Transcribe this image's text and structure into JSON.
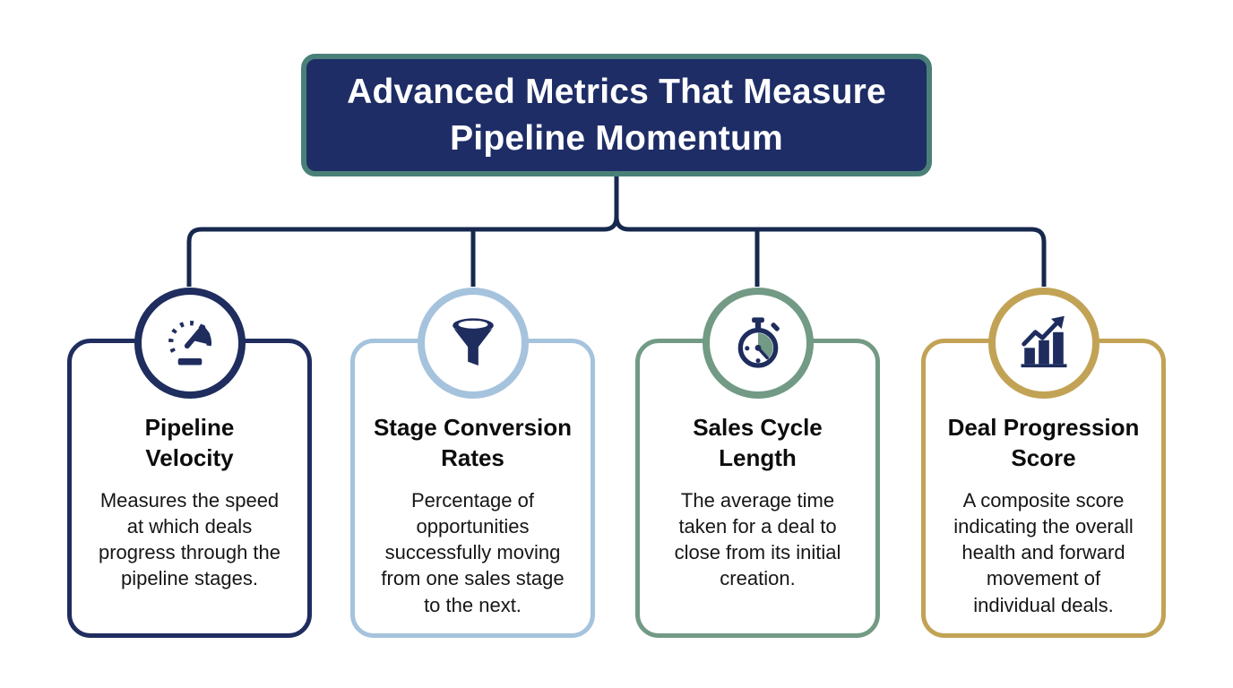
{
  "title": {
    "text": "Advanced Metrics That Measure\nPipeline Momentum"
  },
  "colors": {
    "title_bg": "#1e2d66",
    "title_border": "#4a8078",
    "connector_line": "#16284e",
    "icon_navy": "#1e2c5e",
    "stopwatch_wedge": "#729a85"
  },
  "cards": [
    {
      "id": "pipeline-velocity",
      "accent": "#1f2d5f",
      "icon": "speedometer-icon",
      "heading": "Pipeline\nVelocity",
      "body": "Measures the speed\nat which deals\nprogress through the\npipeline stages."
    },
    {
      "id": "stage-conversion-rates",
      "accent": "#a6c3dd",
      "icon": "funnel-icon",
      "heading": "Stage Conversion\nRates",
      "body": "Percentage of\nopportunities\nsuccessfully moving\nfrom one sales stage\nto the next."
    },
    {
      "id": "sales-cycle-length",
      "accent": "#729a85",
      "icon": "stopwatch-icon",
      "heading": "Sales Cycle\nLength",
      "body": "The average time\ntaken for a deal to\nclose from its initial\ncreation."
    },
    {
      "id": "deal-progression-score",
      "accent": "#c2a355",
      "icon": "bar-chart-arrow-icon",
      "heading": "Deal Progression\nScore",
      "body": "A composite score\nindicating the overall\nhealth and forward\nmovement of\nindividual deals."
    }
  ]
}
